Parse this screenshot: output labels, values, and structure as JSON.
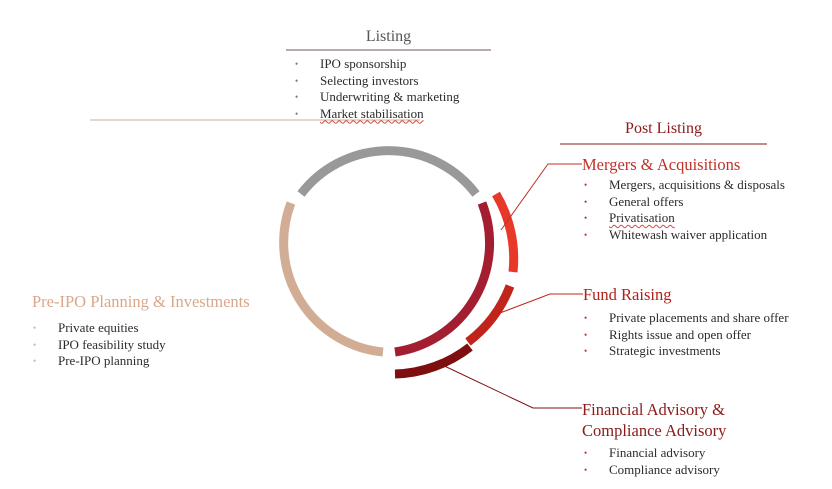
{
  "listing": {
    "title": "Listing",
    "items": [
      "IPO sponsorship",
      "Selecting investors",
      "Underwriting & marketing",
      "Market stabilisation"
    ]
  },
  "post_listing": {
    "title": "Post Listing"
  },
  "mergers": {
    "title": "Mergers & Acquisitions",
    "items": [
      "Mergers, acquisitions & disposals",
      "General offers",
      "Privatisation",
      "Whitewash waiver application"
    ]
  },
  "fund_raising": {
    "title": "Fund Raising",
    "items": [
      "Private placements and share offer",
      "Rights issue and open offer",
      "Strategic investments"
    ]
  },
  "advisory": {
    "title_line1": "Financial Advisory &",
    "title_line2": "Compliance Advisory",
    "items": [
      "Financial advisory",
      "Compliance advisory"
    ]
  },
  "pre_ipo": {
    "title": "Pre-IPO Planning & Investments",
    "items": [
      "Private equities",
      "IPO feasibility study",
      "Pre-IPO planning"
    ]
  },
  "colors": {
    "listing_arc": "#999999",
    "pre_ipo_arc": "#d2ad95",
    "post_listing_arc": "#a31e30",
    "mergers_arc": "#e8382a",
    "fund_raising_arc": "#c0241a",
    "advisory_arc": "#7d0f10",
    "red_title": "#c0312a",
    "dark_red_title": "#8b1a1a",
    "tan_title": "#d9a78a"
  }
}
